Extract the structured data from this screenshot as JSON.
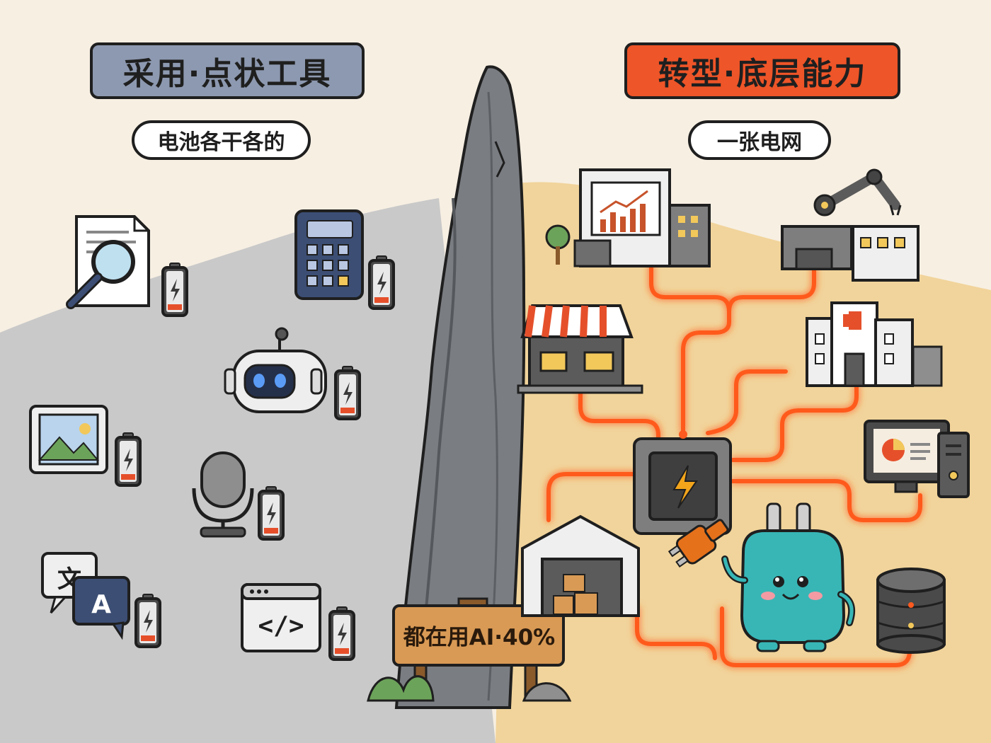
{
  "left_panel": {
    "title": "采用·点状工具",
    "bubble": "电池各干各的",
    "tools": [
      {
        "name": "document-search-icon"
      },
      {
        "name": "calculator-icon"
      },
      {
        "name": "robot-icon"
      },
      {
        "name": "image-icon"
      },
      {
        "name": "microphone-icon"
      },
      {
        "name": "translate-icon"
      },
      {
        "name": "code-icon"
      }
    ],
    "battery_level": "low",
    "translate_glyphs": {
      "zh": "文",
      "en": "A"
    },
    "code_glyph": "</>"
  },
  "right_panel": {
    "title": "转型·底层能力",
    "bubble": "一张电网",
    "nodes": [
      {
        "name": "office-icon"
      },
      {
        "name": "factory-robot-arm-icon"
      },
      {
        "name": "store-icon"
      },
      {
        "name": "hospital-icon"
      },
      {
        "name": "computer-icon"
      },
      {
        "name": "warehouse-icon"
      },
      {
        "name": "database-icon"
      },
      {
        "name": "power-hub-icon"
      },
      {
        "name": "plug-mascot-icon"
      }
    ]
  },
  "sign": {
    "text": "都在用AI·40%"
  },
  "colors": {
    "left_title_bg": "#8d99b0",
    "right_title_bg": "#ee5528",
    "grid_line": "#ff5a1f",
    "battery_low": "#e5502b",
    "left_ground": "#c7c7c7",
    "right_ground": "#f1d49b",
    "background": "#f7efe2"
  }
}
